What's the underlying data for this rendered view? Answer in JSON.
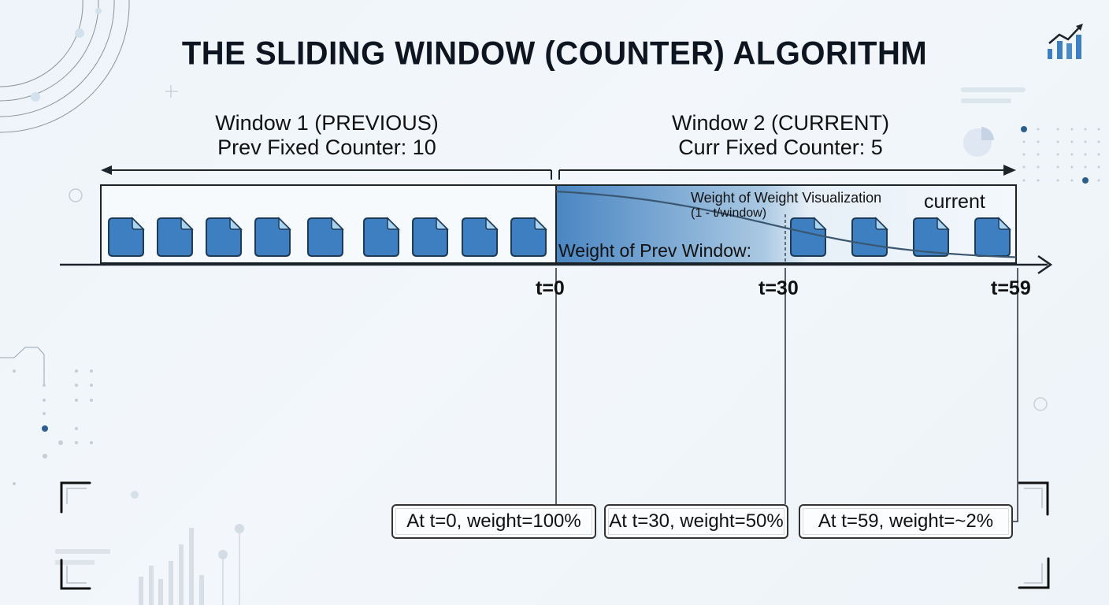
{
  "title": "THE SLIDING WINDOW (COUNTER) ALGORITHM",
  "windows": {
    "previous": {
      "name": "Window 1 (PREVIOUS)",
      "counter": "Prev Fixed Counter: 10",
      "request_icons": 9
    },
    "current": {
      "name": "Window 2 (CURRENT)",
      "counter": "Curr Fixed Counter: 5",
      "request_icons": 4
    }
  },
  "overlay": {
    "visualization_title": "Weight of Weight Visualization",
    "formula": "(1 - t/window)",
    "current_label": "current",
    "prev_weight_label": "Weight of Prev Window:"
  },
  "timeline": {
    "ticks": [
      {
        "label": "t=0",
        "t": 0
      },
      {
        "label": "t=30",
        "t": 30
      },
      {
        "label": "t=59",
        "t": 59
      }
    ],
    "window_length": 60
  },
  "callouts": [
    {
      "text": "At t=0, weight=100%",
      "t": 0,
      "weight": 1.0
    },
    {
      "text": "At t=30, weight=50%",
      "t": 30,
      "weight": 0.5
    },
    {
      "text": "At t=59, weight=~2%",
      "t": 59,
      "weight": 0.02
    }
  ],
  "colors": {
    "request_icon_fill": "#3d7fc0",
    "request_icon_fold": "#a9d3f0",
    "weight_gradient_start": "#4a86c2",
    "weight_gradient_end": "#eef5fb",
    "line": "#1b232b",
    "background": "#eef4f9"
  },
  "icons": {
    "request": "document-icon",
    "decor_chart": "bar-chart-trend-icon",
    "decor_pie": "pie-chart-icon"
  }
}
